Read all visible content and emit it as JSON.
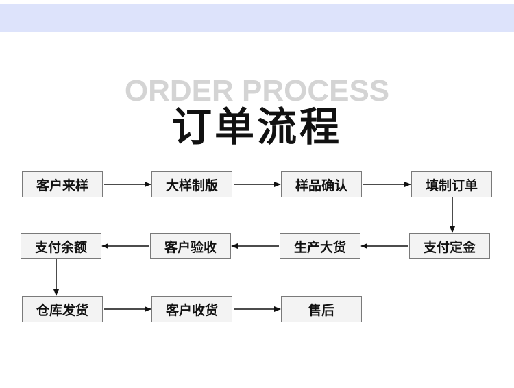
{
  "header": {
    "bg_title": "ORDER PROCESS",
    "title": "订单流程"
  },
  "steps": [
    "客户来样",
    "大样制版",
    "样品确认",
    "填制订单",
    "支付定金",
    "生产大货",
    "客户验收",
    "支付余额",
    "仓库发货",
    "客户收货",
    "售后"
  ],
  "colors": {
    "band": "#dde3fb",
    "box_fill": "#f3f3f3",
    "box_border": "#7a7a7a",
    "arrow": "#111111",
    "bg_title": "#d4d4d4"
  }
}
